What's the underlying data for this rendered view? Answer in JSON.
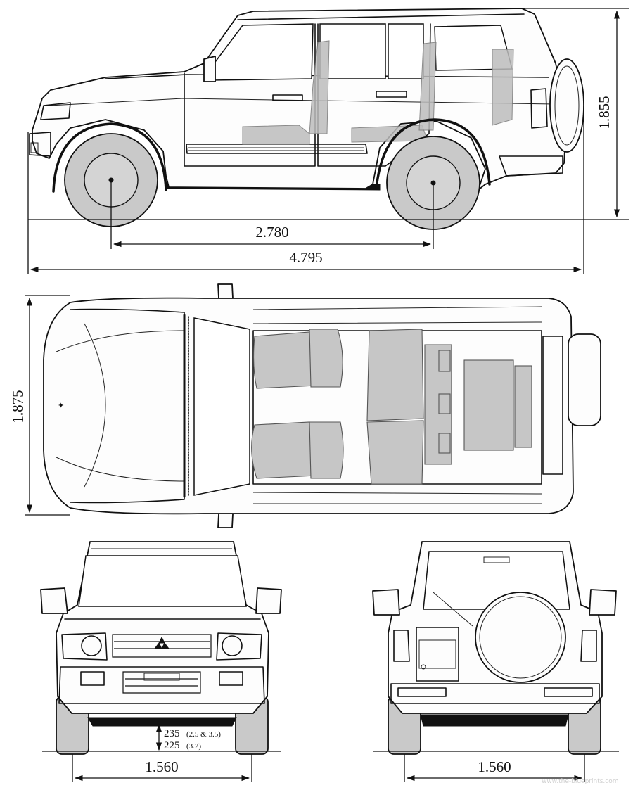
{
  "dimensions": {
    "overall_height": "1.855",
    "wheelbase": "2.780",
    "overall_length": "4.795",
    "overall_width": "1.875",
    "front_track": "1.560",
    "rear_track": "1.560",
    "ground_clearance_1": "235",
    "ground_clearance_1_note": "(2.5 & 3.5)",
    "ground_clearance_2": "225",
    "ground_clearance_2_note": "(3.2)"
  },
  "watermark": "www.the-blueprints.com",
  "colors": {
    "tire": "#c9c9c9",
    "seat": "#c6c6c6",
    "line": "#111111"
  }
}
